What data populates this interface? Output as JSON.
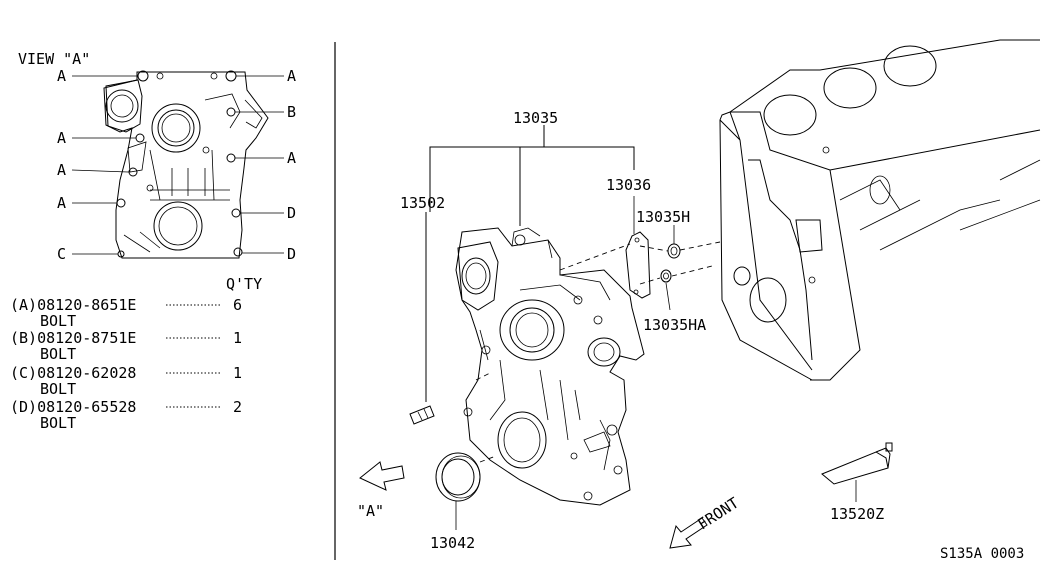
{
  "view": {
    "title": "VIEW \"A\"",
    "letters": {
      "a": "A",
      "b": "B",
      "c": "C",
      "d": "D"
    }
  },
  "qty_header": "Q'TY",
  "parts_table": [
    {
      "code": "(A)08120-8651E",
      "qty": "6",
      "desc": "BOLT"
    },
    {
      "code": "(B)08120-8751E",
      "qty": "1",
      "desc": "BOLT"
    },
    {
      "code": "(C)08120-62028",
      "qty": "1",
      "desc": "BOLT"
    },
    {
      "code": "(D)08120-65528",
      "qty": "2",
      "desc": "BOLT"
    }
  ],
  "callouts": {
    "c13035": "13035",
    "c13502": "13502",
    "c13036": "13036",
    "c13035H": "13035H",
    "c13035HA": "13035HA",
    "c13042": "13042",
    "c13520Z": "13520Z",
    "view_ref": "\"A\"",
    "front": "FRONT"
  },
  "diagram_code": "S135A 0003"
}
